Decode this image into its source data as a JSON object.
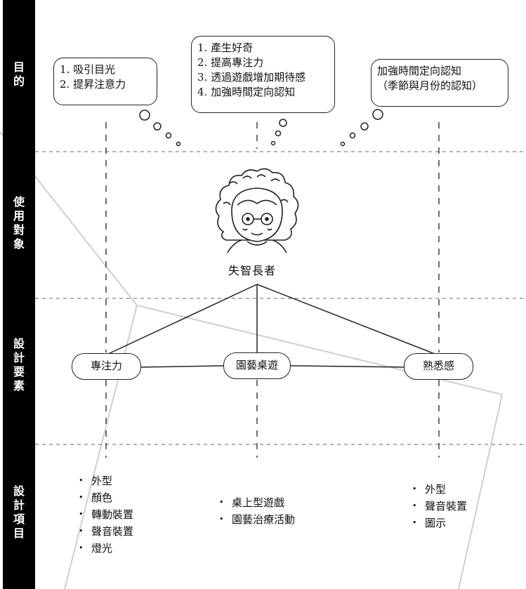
{
  "sidebar": {
    "rows": [
      {
        "chars": [
          "目",
          "的"
        ]
      },
      {
        "chars": [
          "使",
          "用",
          "對",
          "象"
        ]
      },
      {
        "chars": [
          "設",
          "計",
          "要",
          "素"
        ]
      },
      {
        "chars": [
          "設",
          "計",
          "項",
          "目"
        ]
      }
    ]
  },
  "purpose": {
    "left": [
      "1. 吸引目光",
      "2. 提昇注意力"
    ],
    "center": [
      "1. 產生好奇",
      "2. 提高專注力",
      "3. 透過遊戲增加期待感",
      "4. 加強時間定向認知"
    ],
    "right": [
      "加強時間定向認知",
      "（季節與月份的認知）"
    ]
  },
  "user": {
    "label": "失智長者",
    "icon": "elderly-woman-icon"
  },
  "elements": {
    "left": "專注力",
    "center": "園藝桌遊",
    "right": "熟悉感"
  },
  "items": {
    "left": [
      "外型",
      "顏色",
      "轉動裝置",
      "聲音裝置",
      "燈光"
    ],
    "center": [
      "桌上型遊戲",
      "園藝治療活動"
    ],
    "right": [
      "外型",
      "聲音裝置",
      "圖示"
    ]
  },
  "colors": {
    "sidebar": "#000000",
    "line": "#222222",
    "watermark": "#cccccc"
  }
}
